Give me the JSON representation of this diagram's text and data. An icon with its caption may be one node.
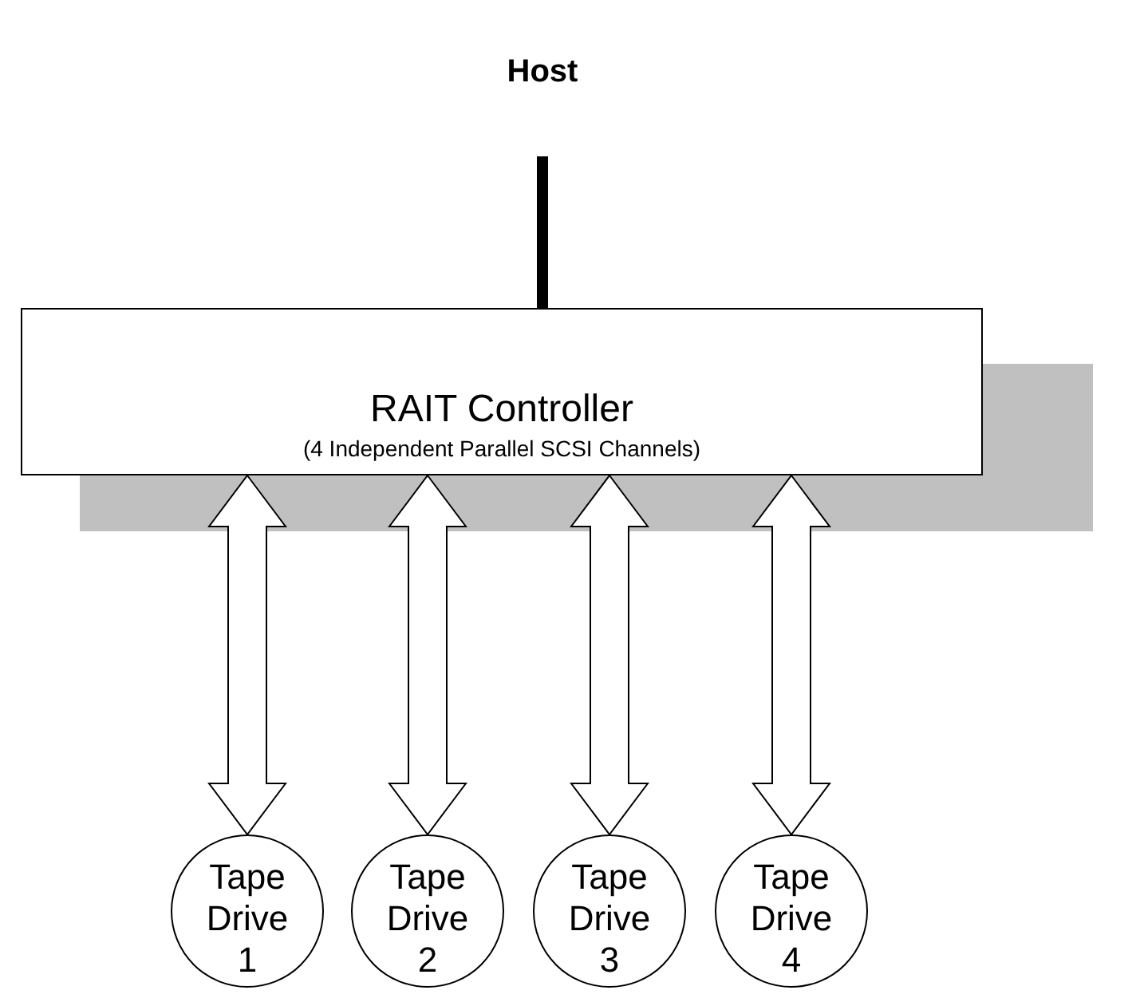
{
  "diagram": {
    "nodes": [
      {
        "text": [
          "Host"
        ]
      },
      {
        "text": [
          "RAIT Controller",
          "(4 Independent Parallel SCSI Channels)"
        ]
      },
      {
        "text": [
          "Tape Drive 1"
        ]
      },
      {
        "text": [
          "Tape Drive 2"
        ]
      },
      {
        "text": [
          "Tape Drive 3"
        ]
      },
      {
        "text": [
          "Tape Drive 4"
        ]
      }
    ],
    "edges": [
      {
        "from": 0,
        "to": 1,
        "arrow": "none",
        "style": "thick"
      },
      {
        "from": 1,
        "to": 2,
        "arrow": "both"
      },
      {
        "from": 1,
        "to": 3,
        "arrow": "both"
      },
      {
        "from": 1,
        "to": 4,
        "arrow": "both"
      },
      {
        "from": 1,
        "to": 5,
        "arrow": "both"
      }
    ]
  }
}
